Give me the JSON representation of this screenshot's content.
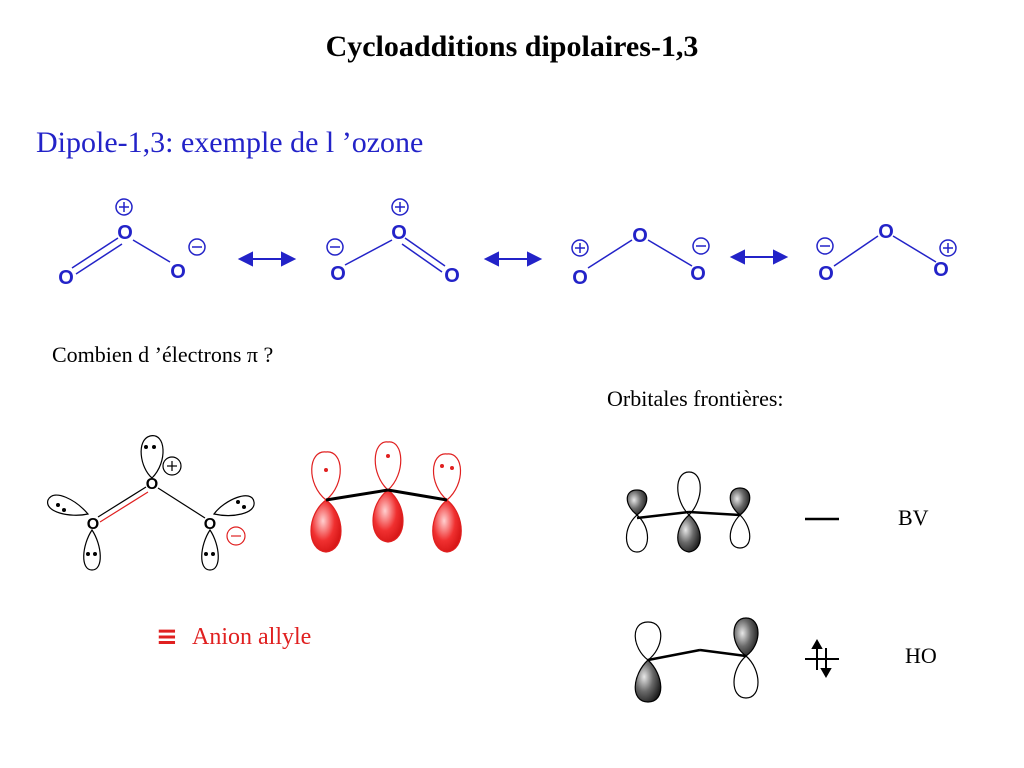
{
  "title": "Cycloadditions dipolaires-1,3",
  "subtitle": "Dipole-1,3: exemple de l ’ozone",
  "question": "Combien d ’électrons π ?",
  "frontier_title": "Orbitales frontières:",
  "allyl": {
    "symbol": "≡",
    "label": "Anion allyle"
  },
  "levels": {
    "bv": "BV",
    "ho": "HO"
  },
  "atom_symbol": "O",
  "colors": {
    "blue": "#2323c8",
    "red": "#e02020",
    "black": "#000000",
    "orbital_gray": "#555555"
  },
  "icons": {
    "resonance": "double-headed-arrow-icon",
    "plus_charge": "plus-charge-icon",
    "minus_charge": "minus-charge-icon"
  }
}
